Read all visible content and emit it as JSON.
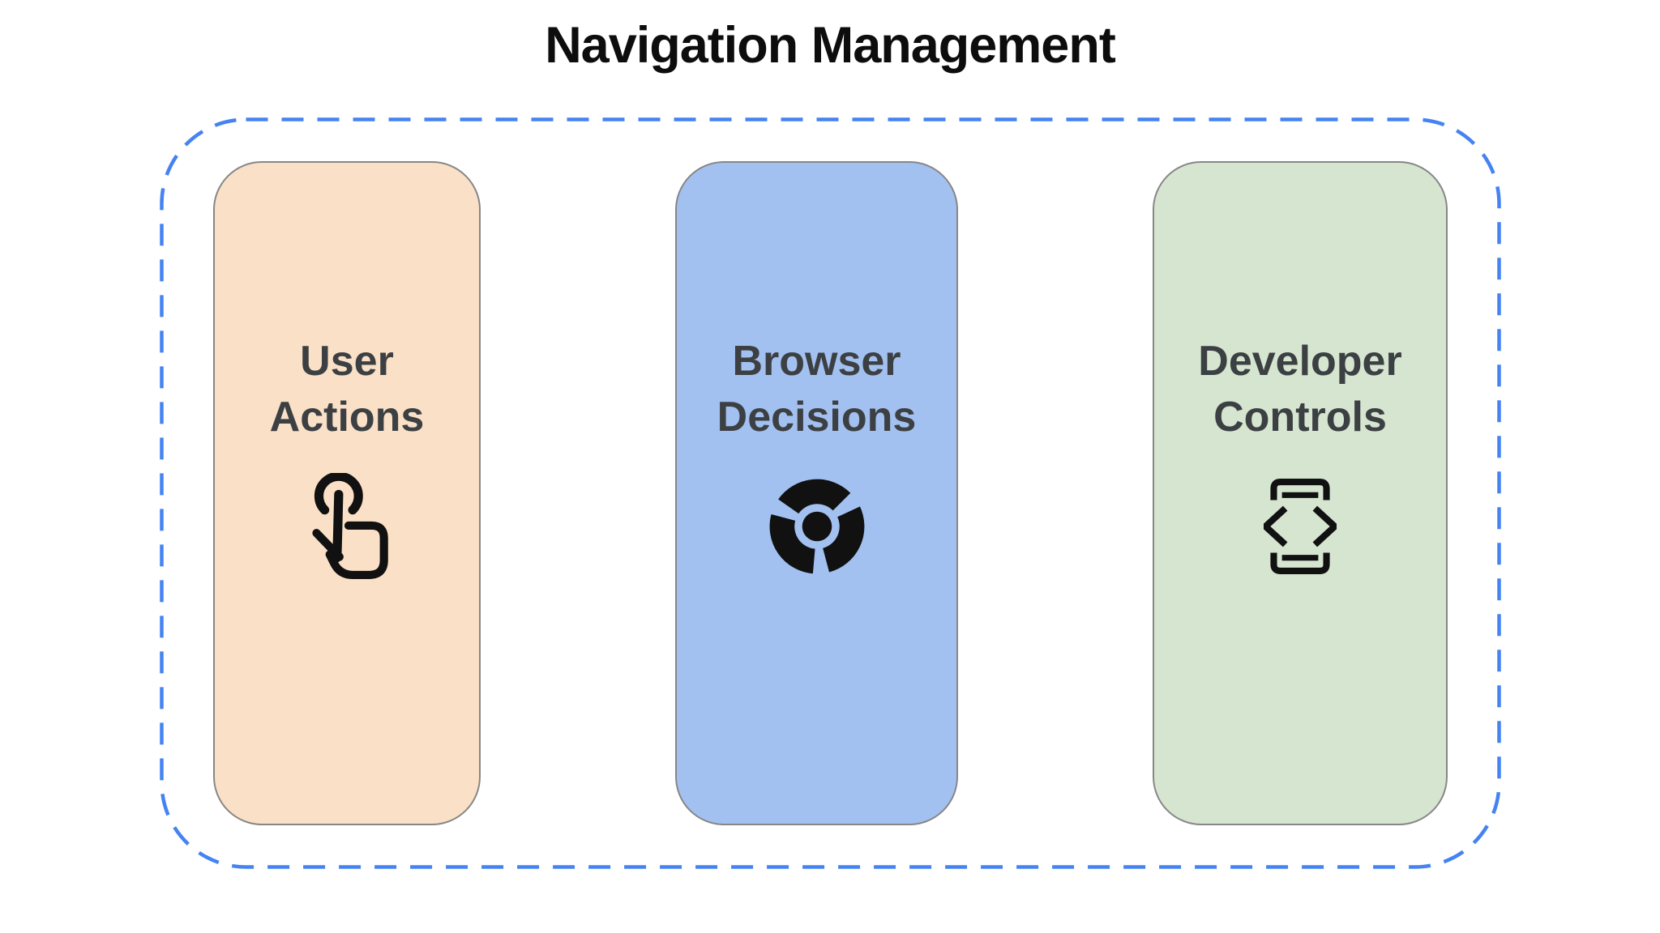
{
  "title": "Navigation Management",
  "diagram": {
    "cards": [
      {
        "label": "User Actions",
        "icon": "tap-gesture-icon",
        "background": "#FAE0C6"
      },
      {
        "label": "Browser Decisions",
        "icon": "chrome-browser-icon",
        "background": "#A3C1F0"
      },
      {
        "label": "Developer Controls",
        "icon": "developer-mode-icon",
        "background": "#D6E5D0"
      }
    ],
    "colors": {
      "dashed_border": "#4583F2",
      "card_border": "#878787",
      "label_text": "#3C4043",
      "title_text": "#0D0D0D",
      "icon": "#111111"
    }
  }
}
